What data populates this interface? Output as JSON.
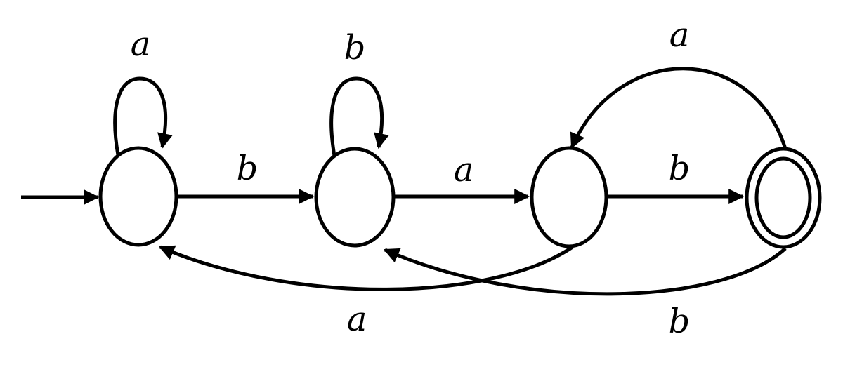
{
  "diagram": {
    "type": "finite-state-automaton",
    "colors": {
      "stroke": "#000000",
      "background": "#ffffff"
    },
    "states": [
      {
        "name": "state-1",
        "start": true,
        "accepting": false
      },
      {
        "name": "state-2",
        "start": false,
        "accepting": false
      },
      {
        "name": "state-3",
        "start": false,
        "accepting": false
      },
      {
        "name": "state-4",
        "start": false,
        "accepting": true
      }
    ],
    "transitions": [
      {
        "from": 1,
        "to": 1,
        "label": "a",
        "kind": "self-loop"
      },
      {
        "from": 1,
        "to": 2,
        "label": "b",
        "kind": "straight"
      },
      {
        "from": 2,
        "to": 2,
        "label": "b",
        "kind": "self-loop"
      },
      {
        "from": 2,
        "to": 3,
        "label": "a",
        "kind": "straight"
      },
      {
        "from": 3,
        "to": 4,
        "label": "b",
        "kind": "straight"
      },
      {
        "from": 4,
        "to": 3,
        "label": "a",
        "kind": "curve-top"
      },
      {
        "from": 3,
        "to": 1,
        "label": "a",
        "kind": "curve-bottom"
      },
      {
        "from": 4,
        "to": 2,
        "label": "b",
        "kind": "curve-bottom"
      }
    ]
  }
}
